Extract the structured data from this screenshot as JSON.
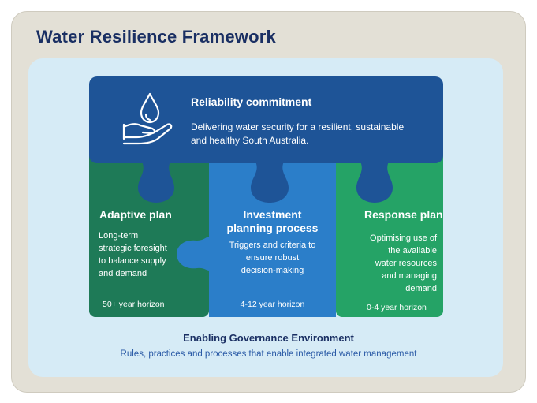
{
  "title": "Water Resilience Framework",
  "reliability": {
    "heading": "Reliability commitment",
    "text_line1": "Delivering water security for a resilient, sustainable",
    "text_line2": "and healthy South Australia.",
    "icon": "water-drop-hand-icon"
  },
  "adaptive": {
    "heading": "Adaptive plan",
    "lines": [
      "Long-term",
      "strategic foresight",
      "to balance supply",
      "and demand"
    ],
    "horizon": "50+ year horizon"
  },
  "investment": {
    "heading_line1": "Investment",
    "heading_line2": "planning process",
    "lines": [
      "Triggers and criteria to",
      "ensure robust",
      "decision-making"
    ],
    "horizon": "4-12 year horizon"
  },
  "response": {
    "heading": "Response plan",
    "lines": [
      "Optimising use of",
      "the available",
      "water resources",
      "and managing",
      "demand"
    ],
    "horizon": "0-4 year horizon"
  },
  "governance": {
    "heading": "Enabling Governance Environment",
    "text": "Rules, practices and processes that enable integrated water management"
  },
  "colors": {
    "navy": "#1a2f63",
    "reliability_blue": "#1e5497",
    "adaptive_green": "#1e7a57",
    "investment_blue": "#2b7ec9",
    "response_green": "#25a366",
    "panel": "#d6ebf6",
    "frame": "#e3e0d6"
  }
}
